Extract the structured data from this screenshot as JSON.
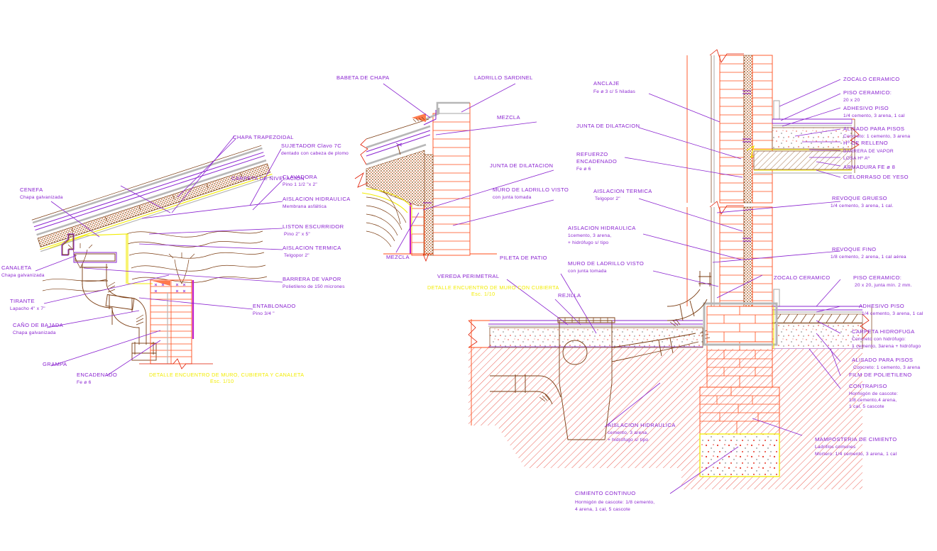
{
  "drawing": {
    "title_left": "DETALLE  ENCUENTRO DE MURO, CUBIERTA Y CANALETA",
    "scale_left": "Esc. 1/10",
    "title_mid": "DETALLE  ENCUENTRO DE MURO CON CUBIERTA",
    "scale_mid": "Esc. 1/10"
  },
  "labels_left": [
    {
      "id": "chapa-trapezoidal",
      "main": "CHAPA TRAPEZOIDAL",
      "sub": ""
    },
    {
      "id": "sujetador",
      "main": "SUJETADOR  Clavo 7C",
      "sub": "dentado con cabeza de plomo"
    },
    {
      "id": "clavadora",
      "main": "CLAVADORA",
      "sub": "Pino 1  1/2  \"x 2\""
    },
    {
      "id": "aislacion-hidraulica",
      "main": "AISLACION HIDRAULICA",
      "sub": "Membrana asfáltica"
    },
    {
      "id": "liston-escurridor",
      "main": "LISTON ESCURRIDOR",
      "sub": "Pino 2\" x 5\""
    },
    {
      "id": "aislacion-termica",
      "main": "AISLACION TERMICA",
      "sub": "Telgopor 2\""
    },
    {
      "id": "barrera-vapor",
      "main": "BARRERA DE VAPOR",
      "sub": "Polietileno de 150 micrones"
    },
    {
      "id": "entablonado",
      "main": "ENTABLONADO",
      "sub": "Pino 3/4  \""
    },
    {
      "id": "carpeta-nivelacion",
      "main": "CARPETA DE NIVELACION",
      "sub": ""
    },
    {
      "id": "cenefa",
      "main": "CENEFA",
      "sub": "Chapa galvanizada"
    },
    {
      "id": "canaleta",
      "main": "CANALETA",
      "sub": "Chapa galvanizada"
    },
    {
      "id": "tirante",
      "main": "TIRANTE",
      "sub": "Lapacho 4\" x 7\""
    },
    {
      "id": "cano-bajada",
      "main": "CAÑO DE BAJADA",
      "sub": "Chapa galvanizada"
    },
    {
      "id": "grampa",
      "main": "GRAMPA",
      "sub": ""
    },
    {
      "id": "encadenado",
      "main": "ENCADENADO",
      "sub": "Fe ø 6"
    }
  ],
  "labels_mid": [
    {
      "id": "babeta-chapa",
      "main": "BABETA DE CHAPA",
      "sub": ""
    },
    {
      "id": "ladrillo-sardinel",
      "main": "LADRILLO SARDINEL",
      "sub": ""
    },
    {
      "id": "mezcla-top",
      "main": "MEZCLA",
      "sub": ""
    },
    {
      "id": "junta-dilatacion-mid",
      "main": "JUNTA DE DILATACION",
      "sub": ""
    },
    {
      "id": "muro-ladrillo-visto-mid",
      "main": "MURO DE LADRILLO VISTO",
      "sub": "con junta tomada"
    },
    {
      "id": "mezcla-bottom",
      "main": "MEZCLA",
      "sub": ""
    },
    {
      "id": "vereda-perimetral",
      "main": "VEREDA PERIMETRAL",
      "sub": ""
    },
    {
      "id": "pileta-de-patio",
      "main": "PILETA DE PATIO",
      "sub": ""
    },
    {
      "id": "rejilla",
      "main": "REJILLA",
      "sub": ""
    }
  ],
  "labels_center_right": [
    {
      "id": "anclaje",
      "main": "ANCLAJE",
      "sub": "Fe ø 3 c/ 5 hiladas"
    },
    {
      "id": "junta-dilatacion",
      "main": "JUNTA DE DILATACION",
      "sub": ""
    },
    {
      "id": "refuerzo-encadenado",
      "main": "REFUERZO",
      "sub": "ENCADENADO",
      "sub2": "Fe ø 6"
    },
    {
      "id": "aislacion-termica-r",
      "main": "AISLACION TERMICA",
      "sub": "Telgopor 2\""
    },
    {
      "id": "aislacion-hidraulica-r",
      "main": "AISLACION HIDRAULICA",
      "sub": "1cemento, 3 arena,",
      "sub2": "+ hidrófugo s/ tipo"
    },
    {
      "id": "muro-ladrillo-visto-r",
      "main": "MURO DE LADRILLO VISTO",
      "sub": "con junta tomada"
    },
    {
      "id": "aislacion-hidraulica-pileta",
      "main": "AISLACION HIDRAULICA",
      "sub": "cemento, 3  arena,",
      "sub2": "+ hidrófugo s/ tipo"
    },
    {
      "id": "cimiento-continuo",
      "main": "CIMIENTO CONTINUO",
      "sub": "Hormigón de cascote: 1/8 cemento,",
      "sub2": "4 arena, 1 cal, 5 cascote"
    },
    {
      "id": "zocalo-ceramico-mid",
      "main": "ZOCALO CERAMICO",
      "sub": ""
    }
  ],
  "labels_right": [
    {
      "id": "zocalo-ceramico",
      "main": "ZOCALO CERAMICO",
      "sub": ""
    },
    {
      "id": "piso-ceramico",
      "main": "PISO CERAMICO:",
      "sub": "20 x 20"
    },
    {
      "id": "adhesivo-piso",
      "main": "ADHESIVO PISO",
      "sub": "1/4 cemento, 3 arena, 1 cal"
    },
    {
      "id": "alisado-pisos",
      "main": "ALISADO PARA PISOS",
      "sub": "Concreto: 1 cemento, 3 arena"
    },
    {
      "id": "ho-relleno",
      "main": "Hº DE RELLENO",
      "sub": ""
    },
    {
      "id": "barrera-vapor-r",
      "main": "BARRERA DE VAPOR",
      "sub": ""
    },
    {
      "id": "losa-ho-ao",
      "main": "LOSA Hº Aº",
      "sub": ""
    },
    {
      "id": "armadura-fe",
      "main": "ARMADURA FE  ø 8",
      "sub": ""
    },
    {
      "id": "cielorraso-yeso",
      "main": "CIELORRASO DE YESO",
      "sub": ""
    },
    {
      "id": "revoque-grueso",
      "main": "REVOQUE GRUESO",
      "sub": "1/4 cemento, 3 arena, 1 cal."
    },
    {
      "id": "revoque-fino",
      "main": "REVOQUE FINO",
      "sub": "1/8 cemento, 2 arena, 1 cal aérea"
    },
    {
      "id": "piso-ceramico-2",
      "main": "PISO CERAMICO:",
      "sub": "20 x 20, junta mín. 2 mm."
    },
    {
      "id": "adhesivo-piso-2",
      "main": "ADHESIVO PISO",
      "sub": "1/4 cemento, 3 arena, 1 cal"
    },
    {
      "id": "carpeta-hidrofuga",
      "main": "CARPETA HIDROFUGA",
      "sub": "Concreto con hidrófugo:",
      "sub2": "1 cemento, 3arena + hidrófugo"
    },
    {
      "id": "alisado-pisos-2",
      "main": "ALISADO PARA PISOS",
      "sub": "Concreto: 1 cemento, 3 arena"
    },
    {
      "id": "film-polietileno",
      "main": "FILM DE POLIETILENO",
      "sub": ""
    },
    {
      "id": "contrapiso",
      "main": "CONTRAPISO",
      "sub": "Hormigón de cascote:",
      "sub2": "1/8 cemento,4 arena,",
      "sub3": "1 cal, 5 cascote"
    },
    {
      "id": "mamposteria-cimiento",
      "main": "MAMPOSTERIA DE CIMIENTO",
      "sub": "Ladrillos comunes",
      "sub2": "Mortero: 1/4 cemento, 3 arena, 1 cal"
    }
  ],
  "colors": {
    "brick": "#ff4d1a",
    "annotation": "#8a23d0",
    "title": "#f2ec00",
    "wood": "#7a3b10",
    "metal": "#b7b7b7",
    "hatch": "#e8392b",
    "background": "#ffffff"
  }
}
